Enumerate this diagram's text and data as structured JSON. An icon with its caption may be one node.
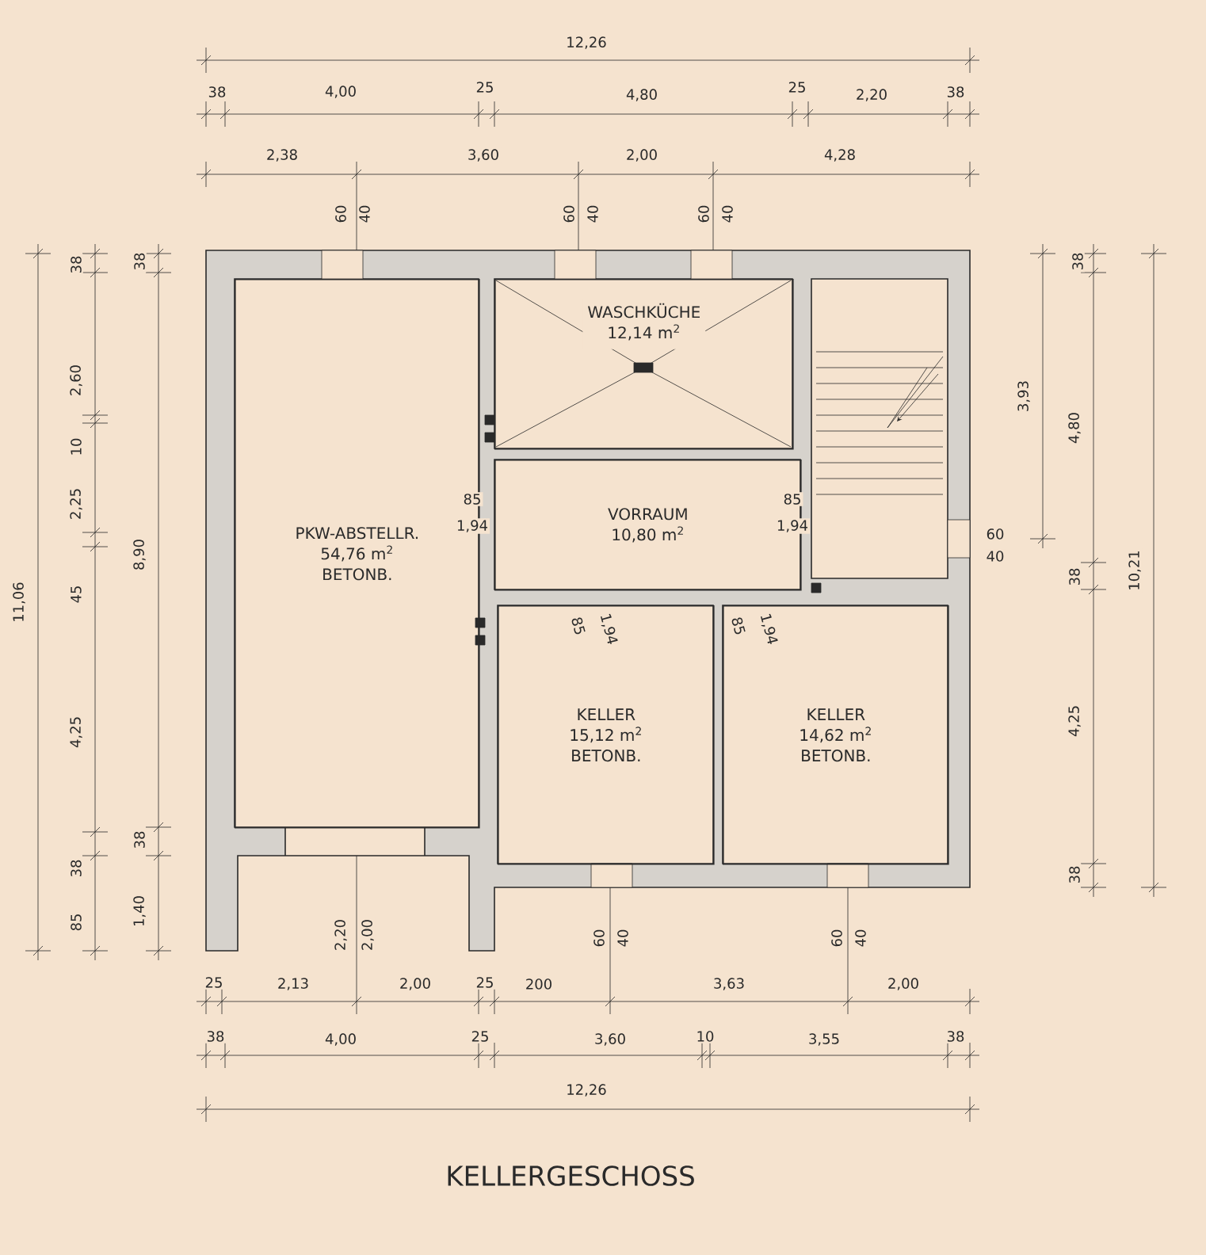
{
  "diagram": {
    "title": "KELLERGESCHOSS",
    "nodes": [
      {
        "text": [
          "PKW-ABSTELLR.",
          "54,76 m$^{2}$",
          "BETONB."
        ]
      },
      {
        "text": [
          "WASCHKÜCHE",
          "12,14 m$^{2}$"
        ]
      },
      {
        "text": [
          "VORRAUM",
          "10,80 m$^{2}$"
        ]
      },
      {
        "text": [
          "KELLER",
          "15,12 m$^{2}$",
          "BETONB."
        ]
      },
      {
        "text": [
          "KELLER",
          "14,62 m$^{2}$",
          "BETONB."
        ]
      }
    ],
    "labels": [
      "12,26",
      "38",
      "4,00",
      "25",
      "4,80",
      "25",
      "2,20",
      "38",
      "2,38",
      "3,60",
      "2,00",
      "4,28",
      "60",
      "40",
      "60",
      "40",
      "60",
      "40",
      "11,06",
      "38",
      "2,60",
      "10",
      "2,25",
      "45",
      "4,25",
      "38",
      "85",
      "38",
      "8,90",
      "38",
      "1,40",
      "38",
      "3,93",
      "4,80",
      "60",
      "40",
      "38",
      "10,21",
      "4,25",
      "38",
      "85",
      "1,94",
      "85",
      "1,94",
      "85",
      "1,94",
      "85",
      "1,94",
      "2,20",
      "2,00",
      "60",
      "40",
      "60",
      "40",
      "25",
      "2,13",
      "2,00",
      "25",
      "200",
      "3,63",
      "2,00",
      "38",
      "4,00",
      "25",
      "3,60",
      "10",
      "3,55",
      "38",
      "12,26"
    ]
  }
}
